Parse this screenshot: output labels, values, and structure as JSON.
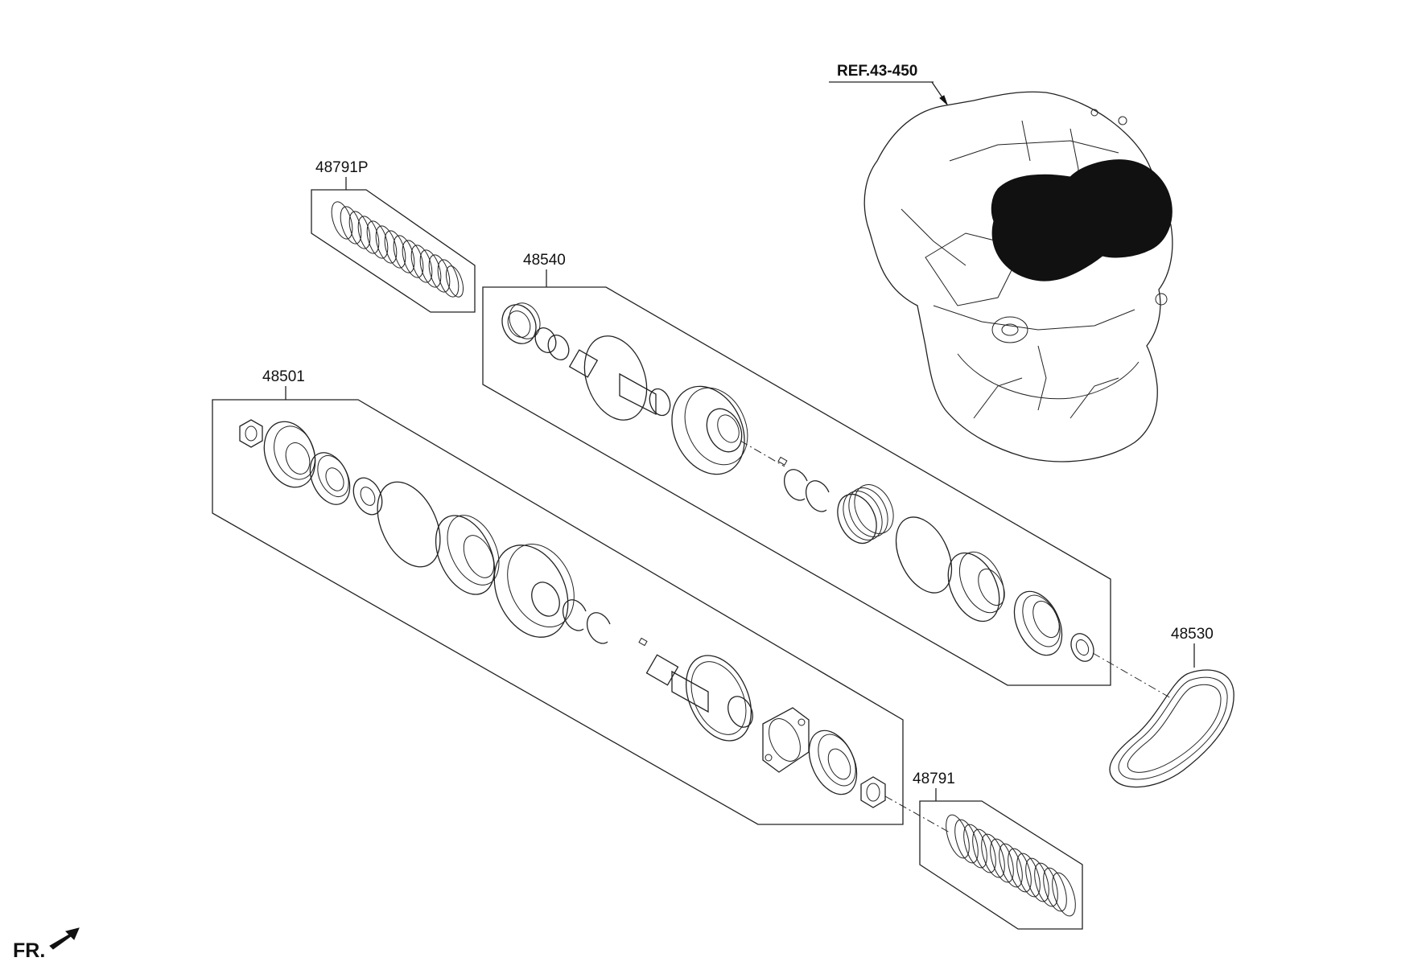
{
  "diagram": {
    "labels": {
      "ref": "REF.43-450",
      "part_48791P": "48791P",
      "part_48540": "48540",
      "part_48501": "48501",
      "part_48530": "48530",
      "part_48791": "48791",
      "front": "FR."
    }
  }
}
